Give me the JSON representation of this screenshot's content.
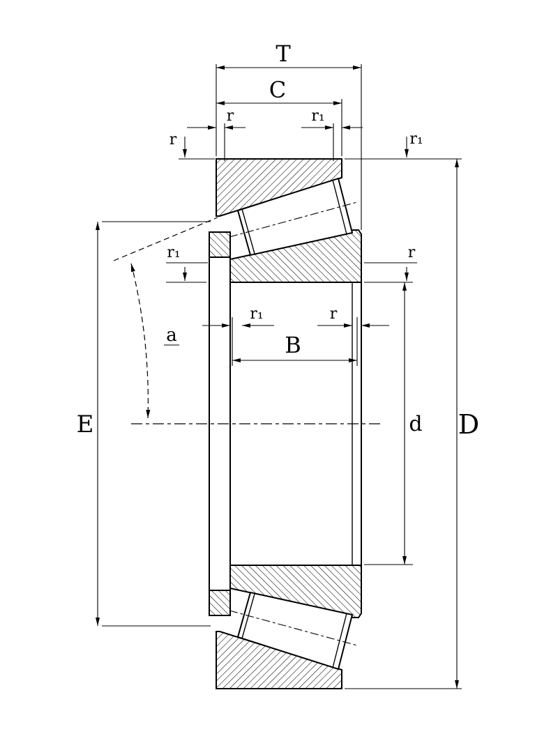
{
  "diagram": {
    "kind": "tapered-roller-bearing-dimension-drawing",
    "colors": {
      "line": "#000000",
      "background": "#ffffff"
    },
    "labels": {
      "T": "T",
      "C": "C",
      "B": "B",
      "D": "D",
      "E": "E",
      "d": "d",
      "a": "a",
      "r": "r",
      "r1": "r₁"
    }
  }
}
